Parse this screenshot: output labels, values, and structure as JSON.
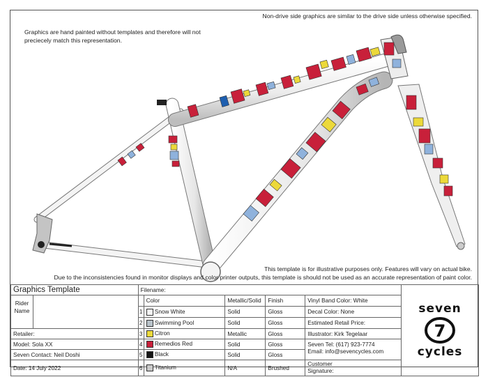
{
  "notes": {
    "top_right": "Non-drive side graphics are similar to the drive side unless otherwise specified.",
    "hand_painted": "Graphics are hand painted without templates and therefore will not preciecely match this representation.",
    "illustrative": "This template is for illustrative purposes only. Features will vary on actual bike.",
    "monitor": "Due to the inconsistencies found in monitor displays and color printer outputs, this template is should not be used as an accurate representation of paint color."
  },
  "template": {
    "title": "Graphics Template",
    "rider_label": "Rider Name",
    "filename_label": "Filename:",
    "retailer_label": "Retailer:",
    "model": "Model:  Sola XX",
    "seven_contact": "Seven Contact:  Neil Doshi",
    "date": "Date:  14 July 2022"
  },
  "color_table": {
    "headers": {
      "color": "Color",
      "metallic": "Metallic/Solid",
      "finish": "Finish"
    },
    "rows": [
      {
        "num": "1",
        "name": "Snow White",
        "type": "Solid",
        "finish": "Gloss",
        "swatch": "#f5f5f5"
      },
      {
        "num": "2",
        "name": "Swimming Pool",
        "type": "Solid",
        "finish": "Gloss",
        "swatch": "#b9c3ca"
      },
      {
        "num": "3",
        "name": "Citron",
        "type": "Metallic",
        "finish": "Gloss",
        "swatch": "#ecd93a"
      },
      {
        "num": "4",
        "name": "Remedios Red",
        "type": "Solid",
        "finish": "Gloss",
        "swatch": "#c8203a"
      },
      {
        "num": "5",
        "name": "Black",
        "type": "Solid",
        "finish": "Gloss",
        "swatch": "#151515"
      },
      {
        "num": "6",
        "name": "Titanium",
        "type": "N/A",
        "finish": "Brushed",
        "swatch": "#c9c9c9"
      }
    ]
  },
  "details": {
    "vinyl_band": "Vinyl Band Color:  White",
    "decal": "Decal Color:  None",
    "retail_price": "Estimated Retail Price:",
    "illustrator": "Illustrator: Kirk Tegelaar",
    "phone": "Seven Tel: (617) 923-7774",
    "email": "Email: info@sevencycles.com",
    "customer": "Customer",
    "signature": "Signature:"
  },
  "logo": {
    "top": "seven",
    "numeral": "7",
    "bottom": "cycles"
  }
}
